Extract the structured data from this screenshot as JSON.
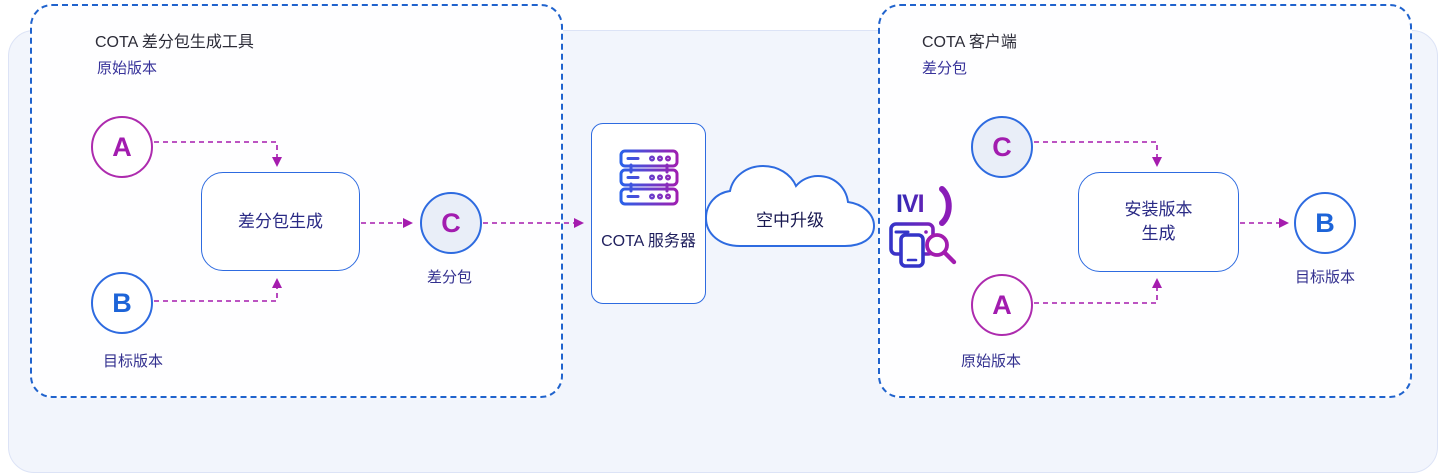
{
  "colors": {
    "accent_magenta": "#A51CAE",
    "accent_blue": "#2E6BE0",
    "dashed_border_blue": "#2063CD",
    "panel_background": "#F2F5FC",
    "title_text": "#2C2C38",
    "label_text": "#37329A",
    "node_text_navy": "#20205E"
  },
  "generator_box": {
    "title": "COTA 差分包生成工具",
    "subtitle": "原始版本",
    "node_a": {
      "letter": "A"
    },
    "node_b": {
      "letter": "B",
      "label": "目标版本"
    },
    "node_c": {
      "letter": "C",
      "label": "差分包"
    },
    "process": {
      "label": "差分包生成"
    }
  },
  "server": {
    "label": "COTA 服务器",
    "icon": "server-rack-icon"
  },
  "cloud": {
    "label": "空中升级",
    "icon": "cloud-icon"
  },
  "client_box": {
    "title": "COTA 客户端",
    "subtitle": "差分包",
    "ivi": {
      "label": "IVI",
      "icon": "ivi-device-search-icon"
    },
    "node_c": {
      "letter": "C"
    },
    "node_a": {
      "letter": "A",
      "label": "原始版本"
    },
    "node_b": {
      "letter": "B",
      "label": "目标版本"
    },
    "process": {
      "label_line1": "安装版本",
      "label_line2": "生成"
    }
  }
}
